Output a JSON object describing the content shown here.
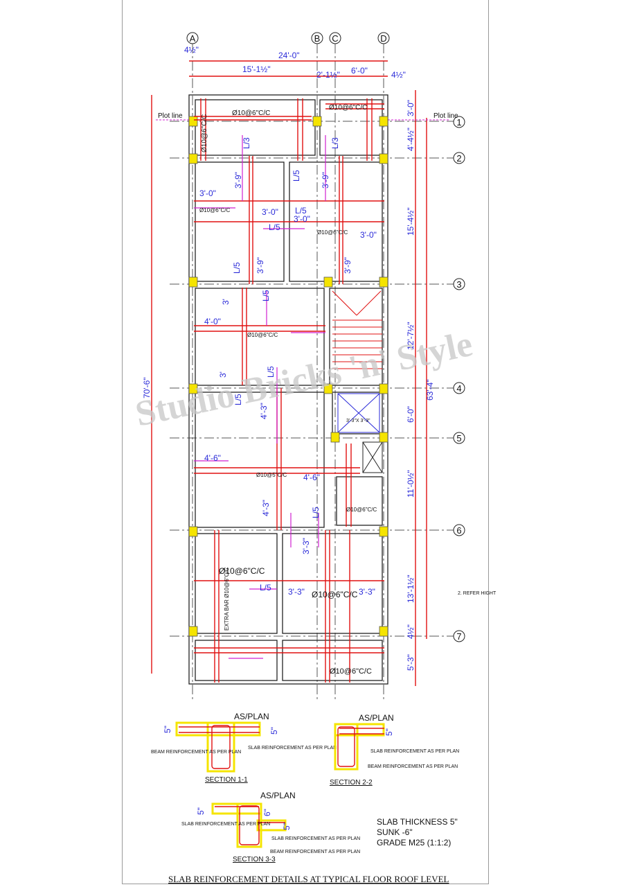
{
  "grid_columns": [
    "A",
    "B",
    "C",
    "D"
  ],
  "grid_rows": [
    "1",
    "2",
    "3",
    "4",
    "5",
    "6",
    "7"
  ],
  "top_dimensions": {
    "overall": "24'-0\"",
    "left_offset": "4½\"",
    "bay_a_b": "15'-1½\"",
    "bay_b_c": "2'-1½\"",
    "bay_c_d": "6'-0\"",
    "right_offset": "4½\""
  },
  "left_dimension": "70'-6\"",
  "right_dimensions": [
    "3'-0\"",
    "4'-4½\"",
    "15'-4½\"",
    "12'-7½\"",
    "6'-0\"",
    "11'-0½\"",
    "13'-1½\"",
    "4½\"",
    "5'-3\""
  ],
  "overall_right_dimension": "63'-4\"",
  "plot_line_label": "Plot line",
  "slab_callouts": [
    "Ø10@6\"C/C",
    "Ø10@6\"C/C",
    "Ø10@6\"C/C",
    "Ø10@6\"C/C",
    "Ø10@6\"C/C",
    "Ø10@5\"C/C",
    "Ø10@6\"C/C",
    "Ø10@6\"C/C",
    "Ø10@6\"C/C",
    "Ø10@6\"C/C",
    "Ø10@6\"C/C"
  ],
  "bar_lengths": [
    "L/3",
    "L/3",
    "L/5",
    "L/5",
    "L/5",
    "L/5",
    "L/5",
    "L/5",
    "L/5",
    "L/5",
    "L/5",
    "3'-0\"",
    "3'-0\"",
    "3'-0\"",
    "3'-0\"",
    "3'-9\"",
    "3'-9\"",
    "3'-9\"",
    "3'-9\"",
    "4'-0\"",
    "4'-6\"",
    "4'-6\"",
    "4'-3\"",
    "4'-3\"",
    "3'-3\"",
    "3'-3\"",
    "3'-3\"",
    "3'",
    "3'"
  ],
  "extra_bar": "EXTRA BAR Ø10@6\"C/C",
  "opening_label": "3'-3\"X 3'-3\"",
  "side_note": "2. REFER HIGHT",
  "watermark": "Studio Bricks 'n' Style",
  "sections": [
    {
      "title": "SECTION 1-1",
      "top": "AS/PLAN",
      "dims": [
        "5\"",
        "5\""
      ],
      "notes": [
        "BEAM REINFORCEMENT AS PER PLAN",
        "SLAB REINFORCEMENT AS PER PLAN"
      ]
    },
    {
      "title": "SECTION 2-2",
      "top": "AS/PLAN",
      "dims": [
        "5\""
      ],
      "notes": [
        "SLAB REINFORCEMENT AS PER PLAN",
        "BEAM REINFORCEMENT AS PER PLAN"
      ]
    },
    {
      "title": "SECTION 3-3",
      "top": "AS/PLAN",
      "dims": [
        "5\"",
        "6\"",
        "5\""
      ],
      "notes": [
        "SLAB REINFORCEMENT AS PER PLAN",
        "SLAB REINFORCEMENT AS PER PLAN",
        "BEAM REINFORCEMENT AS PER PLAN"
      ]
    }
  ],
  "spec_notes": [
    "SLAB THICKNESS 5\"",
    "SUNK -6\"",
    "GRADE M25 (1:1:2)"
  ],
  "drawing_title": "SLAB REINFORCEMENT DETAILS AT TYPICAL FLOOR ROOF LEVEL"
}
